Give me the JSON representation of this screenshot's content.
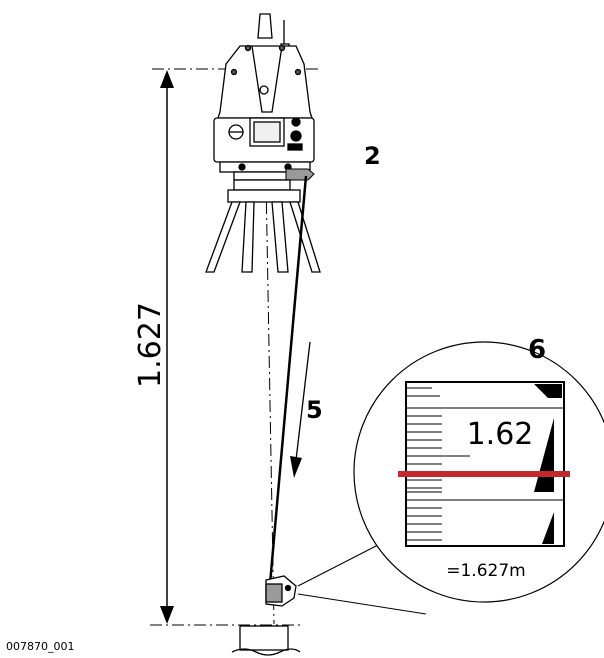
{
  "labels": {
    "callout_2": "2",
    "callout_5": "5",
    "callout_6": "6",
    "height": "1.627",
    "scale_value": "1.62",
    "reading": "=1.627m",
    "figure_id": "007870_001"
  },
  "colors": {
    "line": "#000000",
    "device_fill": "#ffffff",
    "accent_gray": "#9a9a9a",
    "red_line": "#c2282e"
  }
}
